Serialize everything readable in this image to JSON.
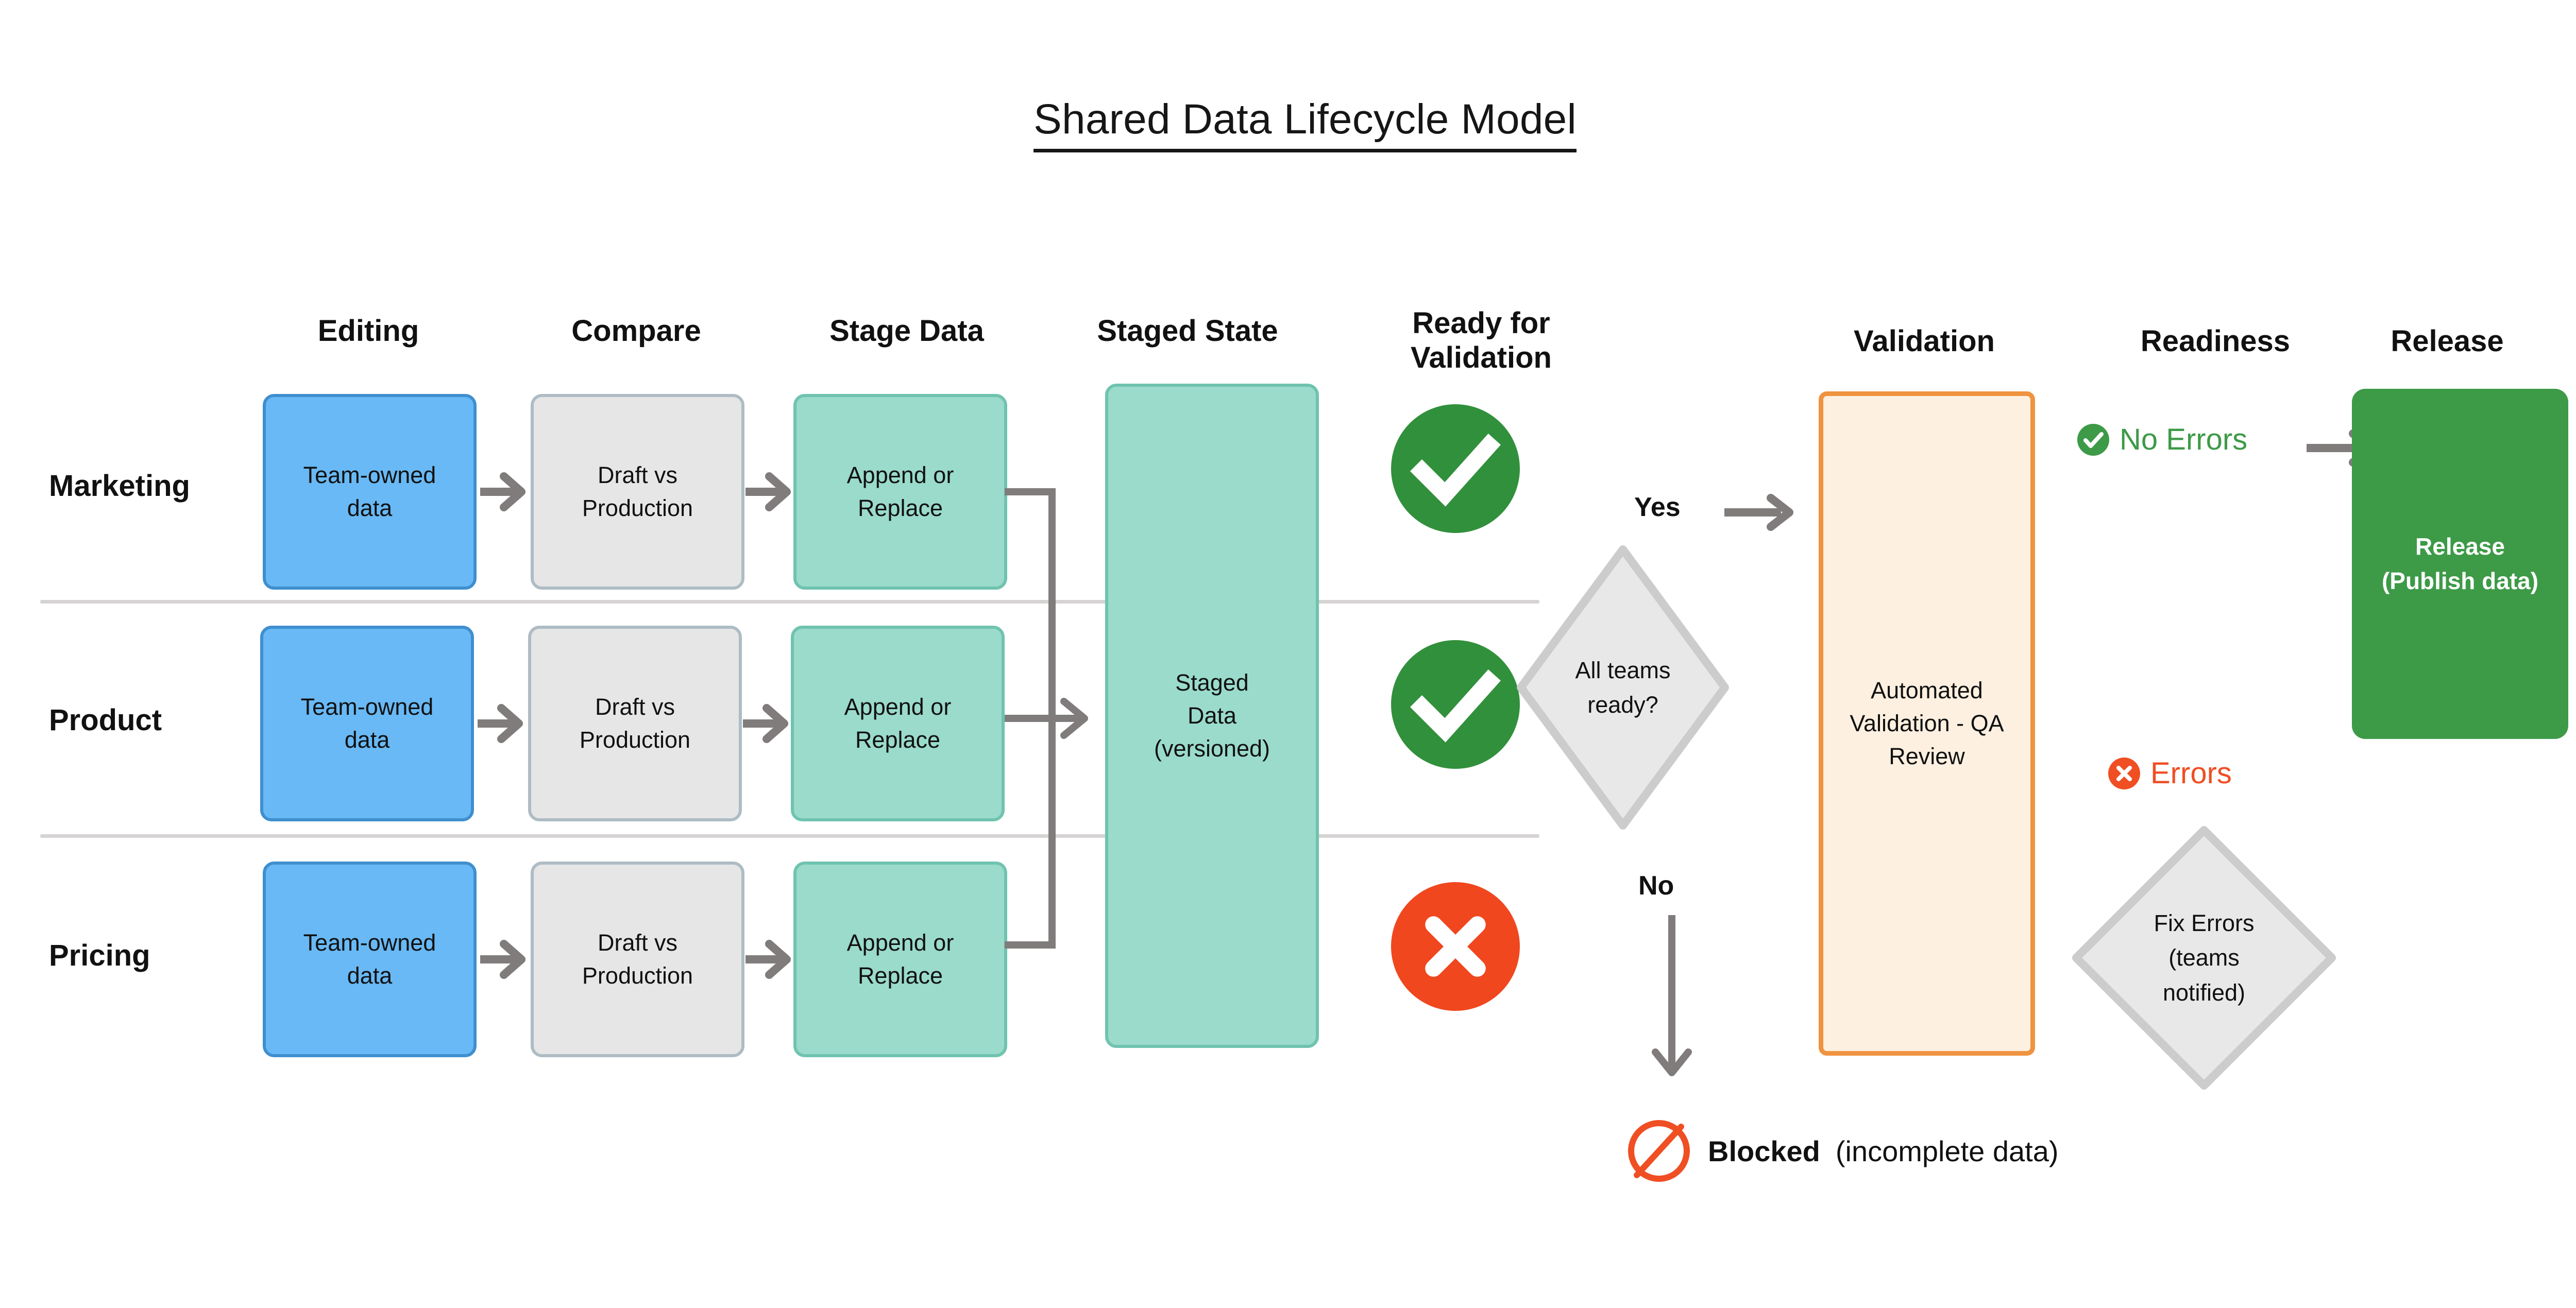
{
  "title": "Shared Data Lifecycle Model",
  "columns": [
    {
      "key": "editing",
      "label": "Editing"
    },
    {
      "key": "compare",
      "label": "Compare"
    },
    {
      "key": "stage_data",
      "label": "Stage Data"
    },
    {
      "key": "staged_state",
      "label": "Staged State"
    },
    {
      "key": "ready",
      "label": "Ready for\nValidation"
    },
    {
      "key": "validation",
      "label": "Validation"
    },
    {
      "key": "readiness",
      "label": "Readiness"
    },
    {
      "key": "release",
      "label": "Release"
    }
  ],
  "rows": [
    {
      "key": "marketing",
      "label": "Marketing",
      "editing": "Team-owned\ndata",
      "compare": "Draft vs\nProduction",
      "stage": "Append or\nReplace",
      "status": "ok"
    },
    {
      "key": "product",
      "label": "Product",
      "editing": "Team-owned\ndata",
      "compare": "Draft vs\nProduction",
      "stage": "Append or\nReplace",
      "status": "ok"
    },
    {
      "key": "pricing",
      "label": "Pricing",
      "editing": "Team-owned\ndata",
      "compare": "Draft vs\nProduction",
      "stage": "Append or\nReplace",
      "status": "error"
    }
  ],
  "staged_state_box": "Staged\nData\n(versioned)",
  "decision": {
    "label": "All teams\nready?",
    "yes_label": "Yes",
    "no_label": "No"
  },
  "validation_box": "Automated\nValidation - QA\nReview",
  "readiness": {
    "no_errors_label": "No Errors",
    "errors_label": "Errors",
    "fix_errors_label": "Fix Errors\n(teams\nnotified)"
  },
  "release_box": "Release\n(Publish data)",
  "blocked": {
    "bold": "Blocked",
    "rest": "(incomplete data)"
  },
  "colors": {
    "editing_fill": "#68b9f5",
    "editing_stroke": "#3f8fcf",
    "compare_fill": "#e6e6e6",
    "compare_stroke": "#aebcc4",
    "stage_fill": "#9adbcb",
    "stage_stroke": "#6fc3af",
    "validation_fill": "#fdf0e0",
    "validation_stroke": "#ef9340",
    "release_fill": "#3d9a47",
    "success": "#31903b",
    "error": "#f04e23",
    "arrow": "#807c7c",
    "rule": "#d6d3d3",
    "diamond_fill": "#e8e8e8",
    "diamond_stroke": "#cccccc"
  }
}
